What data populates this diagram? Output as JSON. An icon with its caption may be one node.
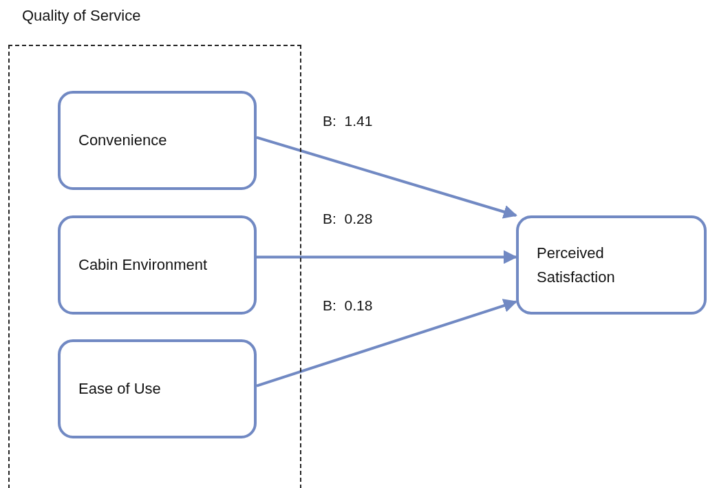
{
  "diagram": {
    "nodes": [
      {
        "text": [
          "Quality of Service"
        ]
      },
      {
        "text": [
          "Convenience"
        ],
        "in": 0
      },
      {
        "text": [
          "Cabin Environment"
        ],
        "in": 0
      },
      {
        "text": [
          "Ease of Use"
        ],
        "in": 0
      },
      {
        "text": [
          "Perceived Satisfaction"
        ]
      }
    ],
    "edges": [
      {
        "from": 1,
        "to": 4,
        "arrow": "to",
        "label": "B:  1.41"
      },
      {
        "from": 2,
        "to": 4,
        "arrow": "to",
        "label": "B:  0.28"
      },
      {
        "from": 3,
        "to": 4,
        "arrow": "to",
        "label": "B:  0.18"
      }
    ]
  }
}
